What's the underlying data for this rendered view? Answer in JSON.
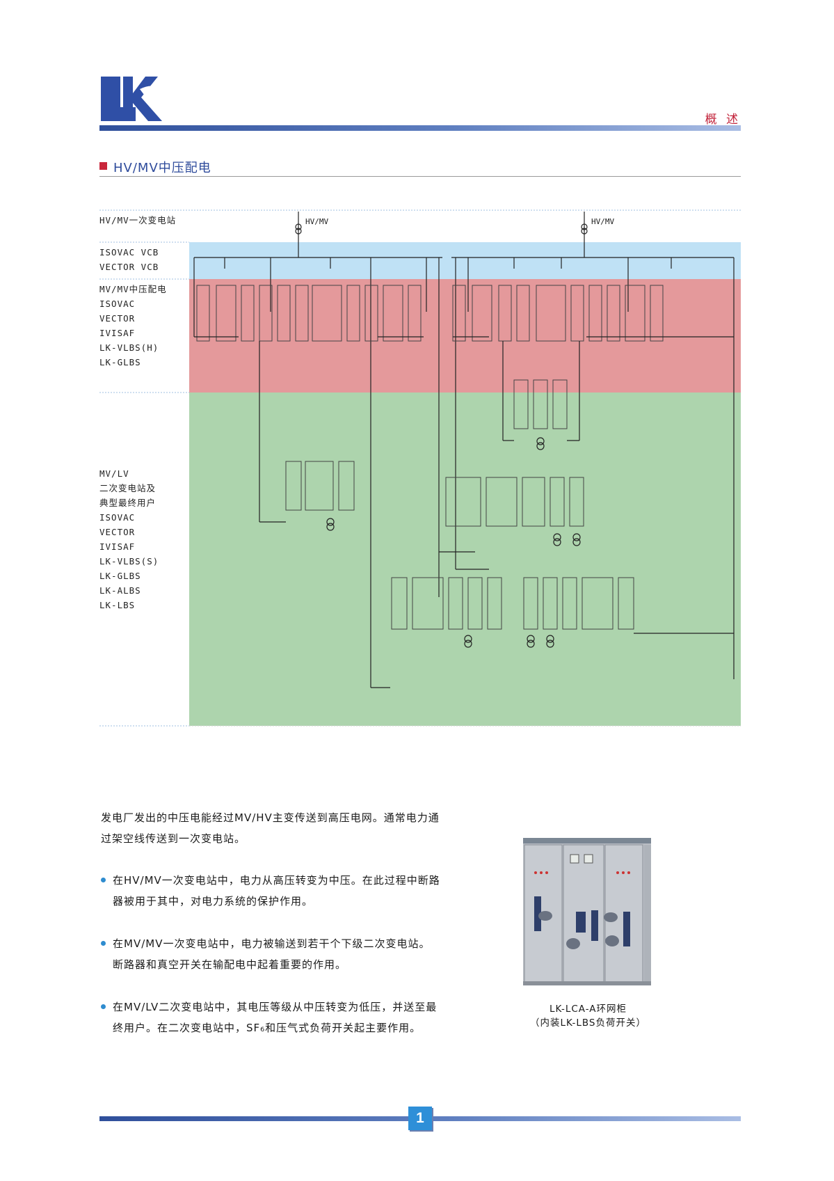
{
  "header": {
    "section": "概 述",
    "logo_text": "LK"
  },
  "title": "HV/MV中压配电",
  "diagram": {
    "rows": [
      {
        "lines": [
          "HV/MV一次变电站"
        ]
      },
      {
        "lines": [
          "ISOVAC VCB",
          "VECTOR VCB"
        ]
      },
      {
        "lines": [
          "MV/MV中压配电",
          "ISOVAC",
          "VECTOR",
          "IVISAF",
          "LK-VLBS(H)",
          "LK-GLBS"
        ]
      },
      {
        "lines": [
          "MV/LV",
          "二次变电站及",
          "典型最终用户",
          "",
          "",
          "ISOVAC",
          "VECTOR",
          "IVISAF",
          "LK-VLBS(S)",
          "LK-GLBS",
          "LK-ALBS",
          "LK-LBS"
        ]
      }
    ],
    "source_labels": [
      "HV/MV",
      "HV/MV"
    ],
    "colors": {
      "hv": "#bfe1f5",
      "mv": "#e4999b",
      "lv": "#add4ad"
    }
  },
  "body": {
    "intro": [
      "发电厂发出的中压电能经过MV/HV主变传送到高压电网。通常电力通",
      "过架空线传送到一次变电站。"
    ],
    "bullets": [
      {
        "lines": [
          "在HV/MV一次变电站中，电力从高压转变为中压。在此过程中断路",
          "器被用于其中，对电力系统的保护作用。"
        ]
      },
      {
        "lines": [
          "在MV/MV一次变电站中，电力被输送到若干个下级二次变电站。",
          "断路器和真空开关在输配电中起着重要的作用。"
        ]
      },
      {
        "lines": [
          "在MV/LV二次变电站中，其电压等级从中压转变为低压，并送至最",
          "终用户。在二次变电站中，SF₆和压气式负荷开关起主要作用。"
        ]
      }
    ]
  },
  "photo": {
    "caption": [
      "LK-LCA-A环网柜",
      "（内装LK-LBS负荷开关）"
    ]
  },
  "footer": {
    "page": "1"
  }
}
